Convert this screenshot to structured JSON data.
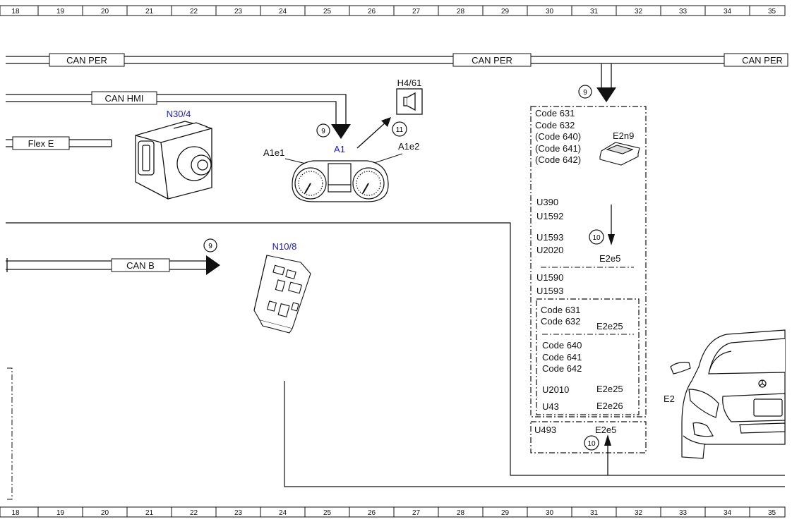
{
  "ruler": {
    "numbers": [
      "18",
      "19",
      "20",
      "21",
      "22",
      "23",
      "24",
      "25",
      "26",
      "27",
      "28",
      "29",
      "30",
      "31",
      "32",
      "33",
      "34",
      "35"
    ]
  },
  "buses": {
    "can_per_1": "CAN PER",
    "can_per_2": "CAN PER",
    "can_per_3": "CAN PER",
    "can_hmi": "CAN HMI",
    "flex_e": "Flex E",
    "can_b": "CAN B"
  },
  "components": {
    "n30_4": "N30/4",
    "a1": "A1",
    "a1e1": "A1e1",
    "a1e2": "A1e2",
    "h4_61": "H4/61",
    "n10_8": "N10/8",
    "e2n9": "E2n9",
    "e2": "E2"
  },
  "markers": {
    "m9_a": "9",
    "m9_b": "9",
    "m9_c": "9",
    "m11": "11",
    "m10_a": "10",
    "m10_b": "10"
  },
  "codes_box": {
    "line1": "Code 631",
    "line2": "Code 632",
    "line3": "(Code 640)",
    "line4": "(Code 641)",
    "line5": "(Code 642)",
    "u390": "U390",
    "u1592": "U1592",
    "u1593": "U1593",
    "u2020": "U2020",
    "e2e5": "E2e5",
    "u1590": "U1590",
    "u1593b": "U1593"
  },
  "inner_box": {
    "code631": "Code 631",
    "code632": "Code 632",
    "e2e25a": "E2e25",
    "code640": "Code 640",
    "code641": "Code 641",
    "code642": "Code 642",
    "u2010": "U2010",
    "e2e25b": "E2e25",
    "u43": "U43",
    "e2e26": "E2e26"
  },
  "lower_box": {
    "u493": "U493",
    "e2e5": "E2e5"
  }
}
